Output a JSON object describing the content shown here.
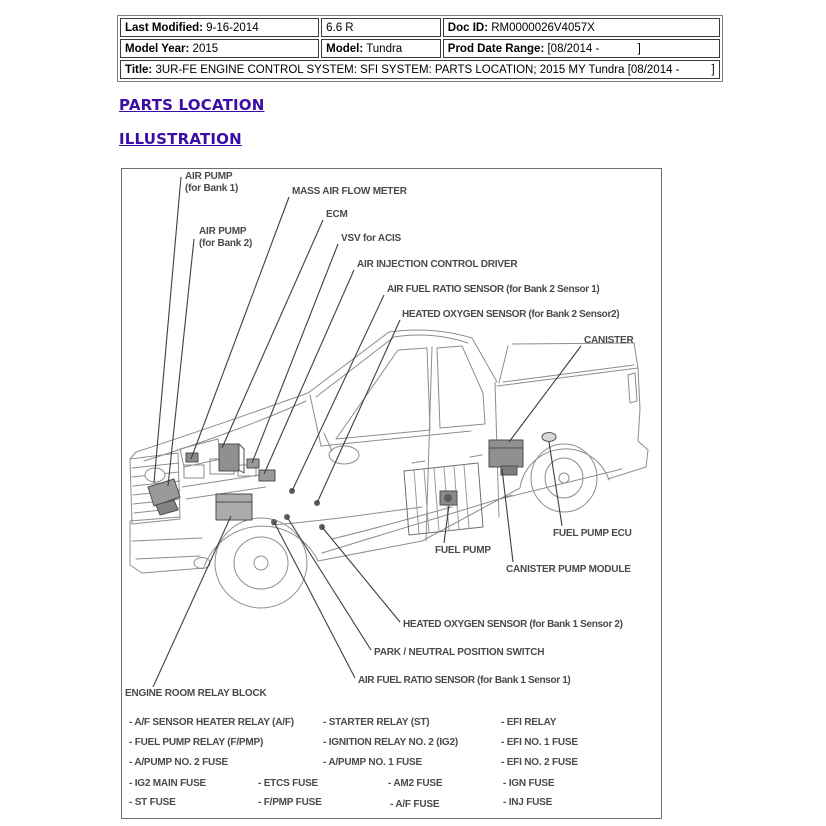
{
  "doc_info": {
    "last_modified": {
      "label": "Last Modified:",
      "value": "9-16-2014"
    },
    "revision": {
      "value": "6.6 R"
    },
    "doc_id": {
      "label": "Doc ID:",
      "value": "RM0000026V4057X"
    },
    "model_year": {
      "label": "Model Year:",
      "value": "2015"
    },
    "model": {
      "label": "Model:",
      "value": "Tundra"
    },
    "prod_date_range": {
      "label": "Prod Date Range:",
      "value": "[08/2014 -            ]"
    },
    "title": {
      "label": "Title:",
      "value": "3UR-FE ENGINE CONTROL SYSTEM: SFI SYSTEM: PARTS LOCATION; 2015 MY Tundra [08/2014 -          ]"
    }
  },
  "headings": {
    "parts_location": "PARTS LOCATION",
    "illustration": "ILLUSTRATION"
  },
  "illustration": {
    "labels": [
      {
        "id": "air-pump-bank1",
        "lines": [
          "AIR PUMP",
          "(for Bank 1)"
        ]
      },
      {
        "id": "mass-air-flow-meter",
        "lines": [
          "MASS AIR FLOW METER"
        ]
      },
      {
        "id": "ecm",
        "lines": [
          "ECM"
        ]
      },
      {
        "id": "air-pump-bank2",
        "lines": [
          "AIR PUMP",
          "(for Bank 2)"
        ]
      },
      {
        "id": "vsv-for-acis",
        "lines": [
          "VSV for ACIS"
        ]
      },
      {
        "id": "air-injection-control-driver",
        "lines": [
          "AIR INJECTION CONTROL DRIVER"
        ]
      },
      {
        "id": "air-fuel-ratio-sensor-bank2-sensor1",
        "lines": [
          "AIR FUEL RATIO SENSOR (for Bank 2 Sensor 1)"
        ]
      },
      {
        "id": "heated-oxygen-sensor-bank2-sensor2",
        "lines": [
          "HEATED OXYGEN SENSOR (for Bank 2 Sensor2)"
        ]
      },
      {
        "id": "canister",
        "lines": [
          "CANISTER"
        ]
      },
      {
        "id": "fuel-pump-ecu",
        "lines": [
          "FUEL PUMP ECU"
        ]
      },
      {
        "id": "fuel-pump",
        "lines": [
          "FUEL PUMP"
        ]
      },
      {
        "id": "canister-pump-module",
        "lines": [
          "CANISTER PUMP MODULE"
        ]
      },
      {
        "id": "heated-oxygen-sensor-bank1-sensor2",
        "lines": [
          "HEATED OXYGEN SENSOR (for Bank 1 Sensor 2)"
        ]
      },
      {
        "id": "park-neutral-position-switch",
        "lines": [
          "PARK / NEUTRAL POSITION SWITCH"
        ]
      },
      {
        "id": "air-fuel-ratio-sensor-bank1-sensor1",
        "lines": [
          "AIR FUEL RATIO SENSOR (for Bank 1 Sensor 1)"
        ]
      },
      {
        "id": "engine-room-relay-block",
        "lines": [
          "ENGINE ROOM RELAY BLOCK"
        ]
      }
    ],
    "fuse_relay_list": {
      "rows": [
        [
          "- A/F SENSOR HEATER RELAY (A/F)",
          "- STARTER RELAY (ST)",
          "- EFI RELAY"
        ],
        [
          "- FUEL PUMP RELAY (F/PMP)",
          "- IGNITION RELAY NO. 2 (IG2)",
          "- EFI NO. 1 FUSE"
        ],
        [
          "- A/PUMP NO. 2 FUSE",
          "- A/PUMP NO. 1 FUSE",
          "- EFI NO. 2 FUSE"
        ],
        [
          "- IG2 MAIN FUSE",
          "- ETCS FUSE",
          "- AM2 FUSE",
          "- IGN FUSE"
        ],
        [
          "- ST FUSE",
          "- F/PMP FUSE",
          "- A/F FUSE",
          "- INJ FUSE"
        ]
      ]
    }
  },
  "colors": {
    "heading_link": "#3b0ca6",
    "label_text": "#4a4a4a",
    "line_art": "#8d8d8d",
    "leader_line": "#3f3f3f"
  }
}
